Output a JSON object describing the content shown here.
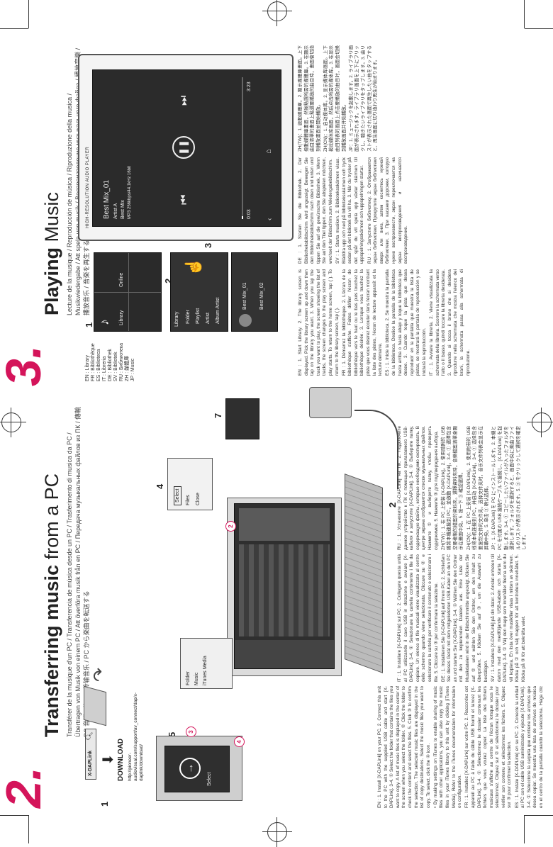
{
  "section2": {
    "number": "2.",
    "title_bold": "Transferring music",
    "title_rest": " from a PC",
    "subtitle": "Transférer de la musique d'un PC / Transferencia de música desde un PC / Trasferimento di musica da PC / Übertragen von Musik von einem PC / Att överföra musik från en PC / Передача музыкальных файлов из ПК / 傳輸 PC 音樂 / 从 PC 传输音乐 / PC から楽曲を転送する",
    "search_box": "X-DAPLink",
    "download_label": "DOWNLOAD",
    "url": "http://pioneer-audiovisual.com/support/av_connect/dap/x-daplink/download/",
    "steps": [
      "1",
      "2",
      "3",
      "4",
      "5",
      "7"
    ],
    "dialog": {
      "select_label": "Select",
      "folder_label": "Folder",
      "music_label": "Music",
      "itunes_label": "iTunes Media",
      "close_label": "Close",
      "files_label": "Files"
    },
    "text_en": "EN : 1. Install [X-DAPLink] on your PC. 2. Connect this unit to the PC with the supplied USB cable and start [X-DAPLink]. 3-4. ① Select the folder that contains the files you want to copy. A list of music files is displayed in the center of the screen when you select the folder. ② Click the folder to check the content and select the files. 5. Click ③ to confirm the selection. The selected music files are displayed in the list of copy destinations. Select the music files you want to copy. To select, click the ④ icon.",
    "text_en_note": "• By making settings on iTunes to enable sharing of music files with other applications, you can also copy the music files in your iTunes library to this unit by clicking [iTunes Media]. Refer to the iTunes documentation for information on configuration.",
    "text_fr": "FR : 1. Installez [X-DAPLink] sur votre PC. 2. Raccordez cet appareil au PC à l'aide du câble USB fourni et lancez [X-DAPLink]. 3-4. ① Sélectionnez le dossier contenant les fichiers que vous voulez copier. La liste des fichiers musicaux s'affiche au centre de l'écran lorsque vous le sélectionnez. Cliquez sur ② et sélectionnez le dossier pour vérifier son contenu et sélectionnez les fichiers. 5. Cliquez sur ③ pour confirmer la sélection.",
    "text_es": "ES : 1. Instale [X-DAPLink] en su PC. 2. Conecte la unidad al PC con el cable USB suministrado y ejecute [X-DAPLink]. 3-4. ① Seleccione la carpeta que contiene los archivos que desea copiar. Se muestra una lista de archivos de música en el centro de la pantalla cuando la selecciona. Haga clic en ② y seleccione la carpeta para comprobar el contenido. 5. Haga clic en ③ para confirmar la selección.",
    "text_it": "IT : 1. Installare [X-DAPLink] sul PC. 2. Collegare questa unità al PC utilizzando il cavo USB in dotazione e avviare [X-DAPLink]. 3-4. ① Selezionare la cartella contenente i file da copiare. Un elenco di file musicali viene visualizzato al centro dello schermo quando viene selezionata. Cliccare su ② e selezionare la cartella per verificare il contenuto e selezionare i file. 5. Cliccare su ③ per confermare la selezione.",
    "text_de": "DE : 1. Installieren Sie [X-DAPLink] auf Ihrem PC. 2. Schließen Sie dieses Gerät mit dem mitgelieferten USB-Kabel an den PC an und starten Sie [X-DAPLink]. 3-4. ① Wählen Sie den Ordner mit den zu kopierenden Dateien aus. Eine Liste der Musikdateien wird in der Bildschirmmitte angezeigt. Klicken Sie auf ② und wählen Sie den Ordner, um den Inhalt zu überprüfen. 5. Klicken Sie auf ③, um die Auswahl zu bestätigen.",
    "text_sv": "SV : 1. Installera [X-DAPLink] på din dator. 2. Anslut enheten till datorn med den medföljande USB-kabeln och starta [X-DAPLink]. 3-4. ① Välj den mapp som innehåller filerna som du vill kopiera. En lista över musikfiler visas i mitten av skärmen. Klicka på ② och välj mappen för att kontrollera innehållet. 5. Klicka på ③ för att bekräfta valet.",
    "text_ru": "RU : 1. Установите [X-DAPLink] на ПК. 2. Подключите данное устройство к ПК с помощью прилагаемого USB-кабеля и запустите [X-DAPLink]. 3-4. ① Выберите папку, содержащую файлы, которые необходимо скопировать. В центре экрана отобразится список музыкальных файлов. Нажмите ② и выберите папку, чтобы проверить содержимое. 5. Нажмите ③ для подтверждения выбора.",
    "text_zh_tw": "ZH(TW)：1. 在 PC 上安裝 [X-DAPLink]。2. 使用隨附的 USB 線將本機連接到 PC，並啟動 [X-DAPLink]。3-4. ① 選擇包含您要複製的檔案的資料夾。選擇資料夾時，音樂檔案清單會顯示在畫面中央。5. 按一下 ③ 確認選擇。",
    "text_zh_cn": "ZH(CN)：1. 在 PC 上安装 [X-DAPLink]。2. 使用附带的 USB 线将本机连接到 PC，并启动 [X-DAPLink]。3-4. ① 选择包含要复制文件的文件夹。选择文件夹时，音乐文件列表会显示在屏幕中央。5. 单击 ③ 确认选择。",
    "text_ja": "JP：1. [X-DAPLink] を PC にインストールします。2. 本機と PC を付属の USB 接続ケーブルで接続し、[X-DAPLink] を起動します。3-4. ① コピーしたいファイルが入ったフォルダを選択します。フォルダを選択すると、画面中央に楽曲ファイルのリストが表示されます。5. ③ をクリックして選択を確定します。"
  },
  "section3": {
    "number": "3.",
    "title_bold": "Playing",
    "title_rest": " Music",
    "subtitle": "Lecture de la musique / Reproducción de música / Riproduzione della musica / Musikwiedergabe / Att spela upp musik / Воспроизведение музыкального файла / 播放音樂 / 播放音乐 / 音楽を再生する",
    "lang_key": [
      "EN : Library",
      "FR : Bibliothèque",
      "ES : Biblioteca",
      "IT : Libreria",
      "DE : Bibliothek",
      "SV : Bibliotek",
      "RU : Библиотека",
      "ZH : 媒體庫",
      "JP : Music"
    ],
    "device_label": "HIGH-RESOLUTION AUDIO PLAYER",
    "player": {
      "track": "Best Mix_01",
      "artist": "Artist A",
      "album": "Best Mix",
      "format": "MP3 256kbps/44.1kHz 16bit",
      "elapsed": "0:03",
      "total": "3:23"
    },
    "library_menu": [
      "Library",
      "Online",
      "Folder",
      "Playlist",
      "Artist",
      "Album Artist"
    ],
    "track_list": [
      "Best Mix_01",
      "Best Mix_02"
    ],
    "text_en": "EN : 1. Start Library. 2. The library screen is displayed. Pick the library screen up and down then tap on the library you want. 3. When you tap the track you want to play, the screen showing the list of tracks, the screen changes to the play screen and play starts. To return to the home screen, tap ( ). To return to the library screen, tap ( ).",
    "text_fr": "FR : 1. Démarrez la bibliothèque. 2. L'écran de la bibliothèque s'affiche. Faites défiler l'écran de bibliothèque vers le haut ou le bas puis touchez la bibliothèque désirée. 3. Lorsque vous touchez la piste que vous désirez écouter dans l'écran montrant la liste des pistes, l'écran de lecture apparaît et la lecture démarre.",
    "text_es": "ES : 1. Inicie la biblioteca. 2. Se muestra la pantalla de la biblioteca. Deslice la pantalla de la biblioteca hacia arriba o hacia abajo y toque la biblioteca que desee. 3. Cuando toque la pista que desea reproducir en la pantalla que muestra la lista de pistas, se mostrará la pantalla de reproducción y se iniciará la reproducción.",
    "text_it": "IT : 1. Avviare la libreria. 2. Viene visualizzata la schermata della libreria. Scorrere la schermata verso l'alto o il basso, quindi toccare la libreria desiderata. 3. Quando si tocca il brano che si desidera riprodurre nella schermata che mostra l'elenco dei brani, la schermata passa alla schermata di riproduzione.",
    "text_de": "DE : 1. Starten Sie die Bibliothek. 2. Der Bibliotheksbildschirm wird angezeigt. Bewegen Sie den Bibliotheksbildschirm nach oben und unten und tippen Sie auf die gewünschte Bibliothek. 3. Wenn Sie auf den Titel tippen, den Sie abspielen möchten, wechselt der Bildschirm zum Wiedergabebildschirm.",
    "text_sv": "SV : 1. Starta musiken. 2. Biblioteksskärmen visas. Bläddra upp och ned på biblioteksskärmen och tryck sedan på det bibliotek du vill ha. 3. När du trycker på det spår du vill spela upp växlar skärmen till uppspelningsskärmen och uppspelningen startar.",
    "text_ru": "RU : 1. Запустите библиотеку. 2. Отображается экран библиотеки. Прокрутите экран библиотеки вверх или вниз, затем коснитесь нужной библиотеки. 3. При касании дорожки, которую нужно воспроизвести, экран переключается на экран воспроизведения и начинается воспроизведение.",
    "text_zh_tw": "ZH(TW)：1. 啟動媒體庫。2. 顯示媒體庫畫面。上下撥動媒體庫畫面，然後點選所需的媒體庫。3. 在顯示曲目清單的畫面上點選要播放的曲目時，畫面會切換到播放畫面並開始播放。",
    "text_zh_cn": "ZH(CN)：1. 启动媒体库。2. 显示媒体库画面。上下拨动媒体库画面，然后点击所需的媒体库。3. 在显示曲目列表的画面上点击要播放的曲目时，画面会切换到播放画面并开始播放。",
    "text_ja": "JP：1. ミュージックを起動します。2. ライブラリ画面が表示されます。ライブラリ画面を上下にフリックし、聴きたいライブラリをタップします。3. 曲リストが表示された画面で再生したい曲をタップすると、再生画面に切り換わり再生が始まります。"
  },
  "colors": {
    "accent": "#d4145a",
    "text": "#333333",
    "paper": "#ffffff"
  }
}
